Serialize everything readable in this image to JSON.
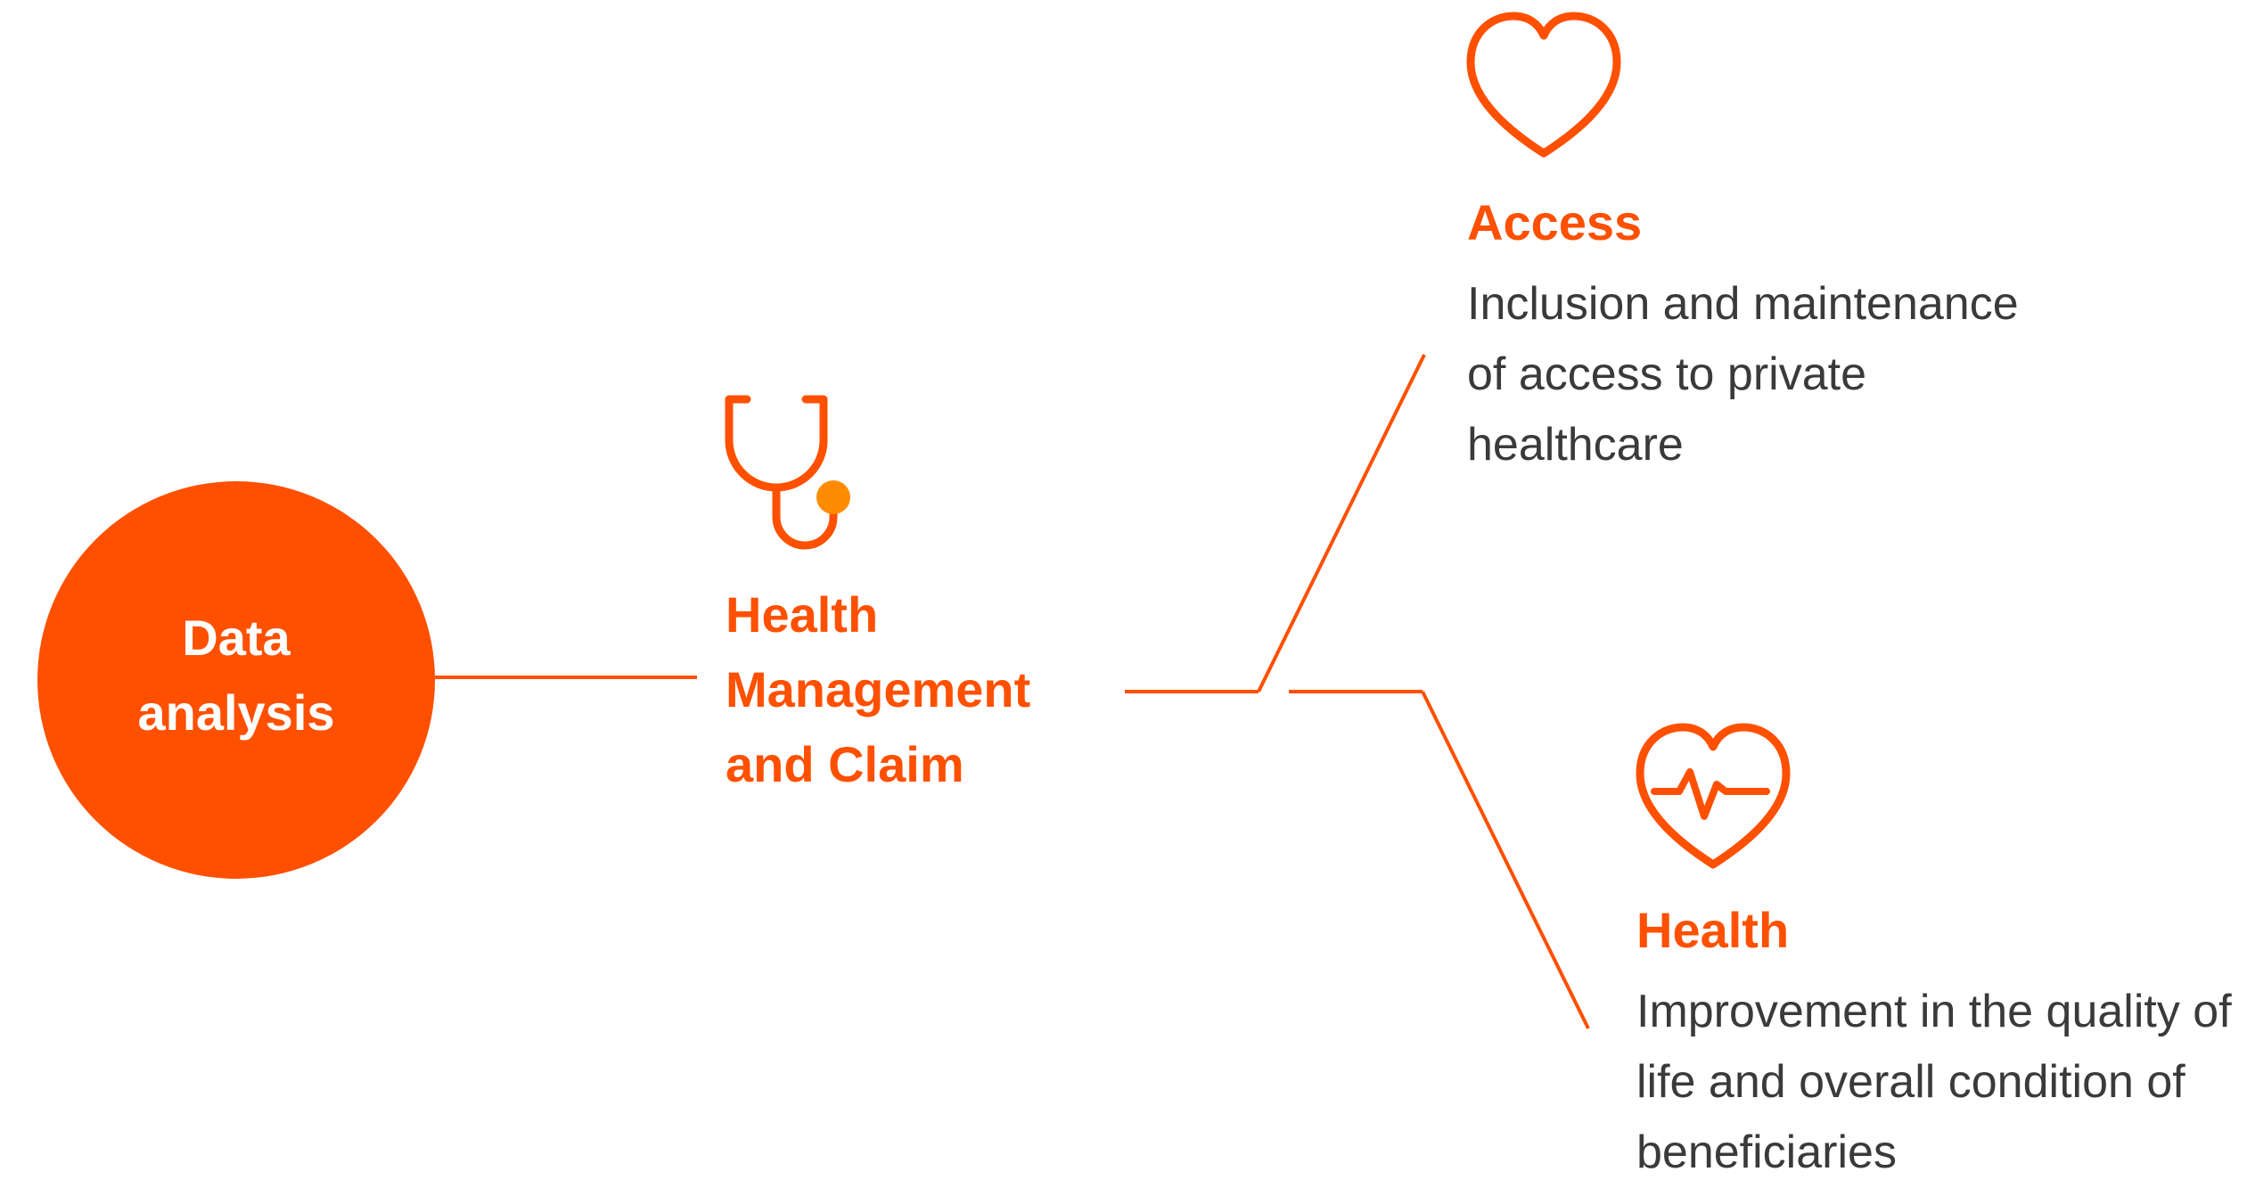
{
  "accent_color": "#ff5000",
  "dot_color": "#ff8c00",
  "text_color": "#3a3a3a",
  "root": {
    "label": "Data analysis"
  },
  "middle": {
    "icon": "stethoscope-icon",
    "title": "Health Management and Claim"
  },
  "branches": [
    {
      "icon": "heart-outline-icon",
      "title": "Access",
      "description": "Inclusion and maintenance of access to private healthcare"
    },
    {
      "icon": "heartbeat-icon",
      "title": "Health",
      "description": "Improvement in the quality of life and overall condition of beneficiaries"
    }
  ]
}
